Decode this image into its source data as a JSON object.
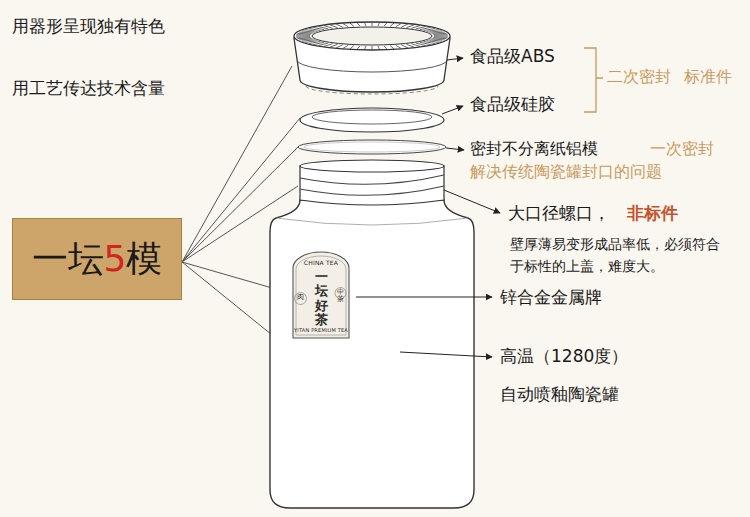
{
  "diagram": {
    "nodes": [
      {
        "text": [
          "一坛5模"
        ]
      },
      {
        "text": [
          "CHINA TEA",
          "一坛好茶",
          "肉",
          "中茶",
          "YITAN PREMIUM TEA"
        ]
      }
    ],
    "labels": [
      "用器形呈现独有特色",
      "用工艺传达技术含量",
      "食品级ABS",
      "食品级硅胶",
      "二次密封",
      "标准件",
      "密封不分离纸铝模",
      "一次密封",
      "解决传统陶瓷罐封口的问题",
      "大口径螺口，",
      "非标件",
      "壁厚薄易变形成品率低，必须符合于标性的上盖，难度大。",
      "锌合金金属牌",
      "高温（1280度）",
      "自动喷釉陶瓷罐"
    ]
  }
}
